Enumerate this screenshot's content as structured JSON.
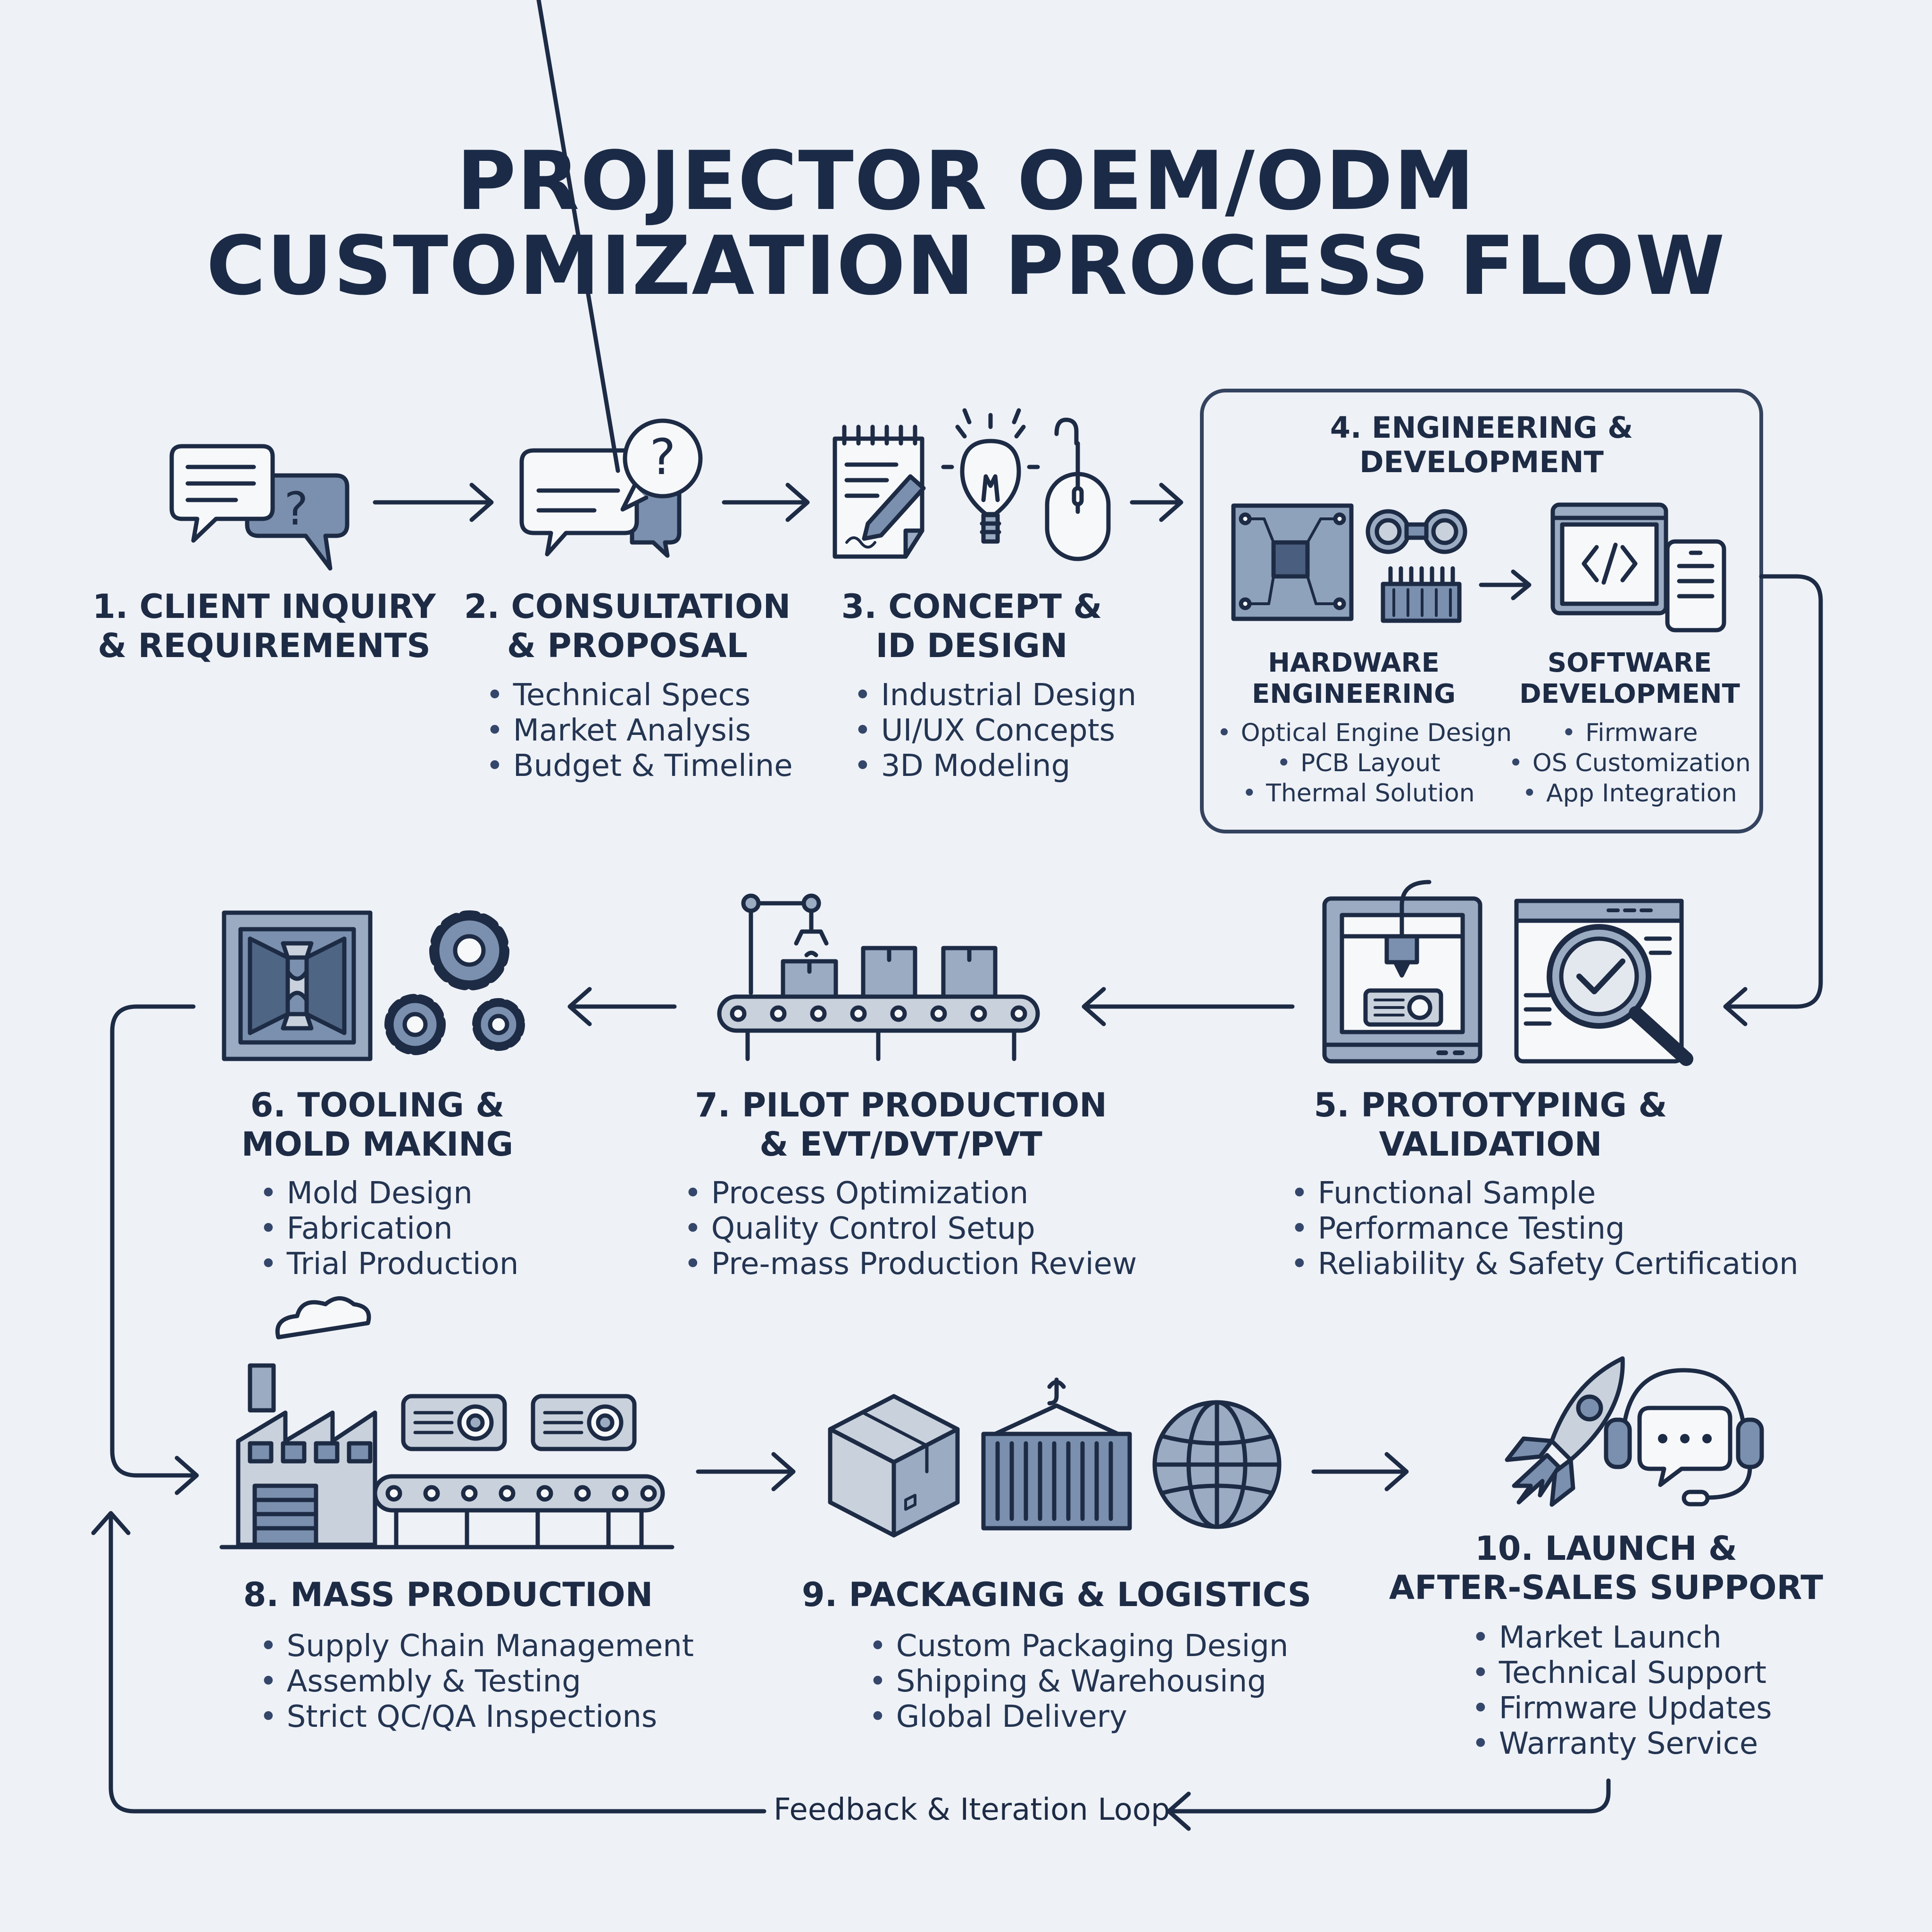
{
  "title": {
    "line1": "PROJECTOR OEM/ODM",
    "line2": "CUSTOMIZATION PROCESS FLOW"
  },
  "steps": [
    {
      "id": 1,
      "heading": [
        "1. CLIENT INQUIRY",
        "& REQUIREMENTS"
      ],
      "bullets": [],
      "icons": [
        "chat-question-icon"
      ]
    },
    {
      "id": 2,
      "heading": [
        "2. CONSULTATION",
        "& PROPOSAL"
      ],
      "bullets": [
        "Technical Specs",
        "Market Analysis",
        "Budget & Timeline"
      ],
      "icons": [
        "chat-question-icon"
      ]
    },
    {
      "id": 3,
      "heading": [
        "3. CONCEPT &",
        "ID DESIGN"
      ],
      "bullets": [
        "Industrial Design",
        "UI/UX Concepts",
        "3D Modeling"
      ],
      "icons": [
        "sketchpad-pencil-icon",
        "lightbulb-icon",
        "mouse-icon"
      ]
    },
    {
      "id": 4,
      "heading": [
        "4. ENGINEERING &",
        "DEVELOPMENT"
      ],
      "bullets": [],
      "icons": [],
      "hardware": {
        "heading": [
          "HARDWARE",
          "ENGINEERING"
        ],
        "bullets": [
          "Optical Engine Design",
          "PCB Layout",
          "Thermal Solution"
        ],
        "icons": [
          "circuit-board-icon",
          "optical-lens-icon",
          "heatsink-icon"
        ]
      },
      "software": {
        "heading": [
          "SOFTWARE",
          "DEVELOPMENT"
        ],
        "bullets": [
          "Firmware",
          "OS Customization",
          "App Integration"
        ],
        "icons": [
          "code-window-icon",
          "mobile-device-icon"
        ]
      }
    },
    {
      "id": 5,
      "heading": [
        "5. PROTOTYPING &",
        "VALIDATION"
      ],
      "bullets": [
        "Functional Sample",
        "Performance Testing",
        "Reliability & Safety Certification"
      ],
      "icons": [
        "3d-printer-icon",
        "inspection-magnifier-icon"
      ]
    },
    {
      "id": 6,
      "heading": [
        "6. TOOLING &",
        "MOLD MAKING"
      ],
      "bullets": [
        "Mold Design",
        "Fabrication",
        "Trial Production"
      ],
      "icons": [
        "mold-icon",
        "gears-icon"
      ]
    },
    {
      "id": 7,
      "heading": [
        "7. PILOT PRODUCTION",
        "& EVT/DVT/PVT"
      ],
      "bullets": [
        "Process Optimization",
        "Quality Control Setup",
        "Pre-mass Production Review"
      ],
      "icons": [
        "robot-arm-conveyor-icon"
      ]
    },
    {
      "id": 8,
      "heading": [
        "8. MASS PRODUCTION"
      ],
      "bullets": [
        "Supply Chain Management",
        "Assembly & Testing",
        "Strict QC/QA Inspections"
      ],
      "icons": [
        "factory-icon",
        "conveyor-projectors-icon"
      ]
    },
    {
      "id": 9,
      "heading": [
        "9. PACKAGING & LOGISTICS"
      ],
      "bullets": [
        "Custom Packaging Design",
        "Shipping & Warehousing",
        "Global Delivery"
      ],
      "icons": [
        "box-icon",
        "shipping-container-icon",
        "globe-icon"
      ]
    },
    {
      "id": 10,
      "heading": [
        "10. LAUNCH &",
        "AFTER-SALES SUPPORT"
      ],
      "bullets": [
        "Market Launch",
        "Technical Support",
        "Firmware Updates",
        "Warranty Service"
      ],
      "icons": [
        "rocket-icon",
        "headset-chat-icon"
      ]
    }
  ],
  "feedback_label": "Feedback & Iteration Loop",
  "colors": {
    "background": "#eef1f6",
    "ink": "#1d2b45",
    "fill_blue": "#7088a8",
    "fill_light": "#c9d1dc",
    "fill_white": "#f7f8fa"
  }
}
